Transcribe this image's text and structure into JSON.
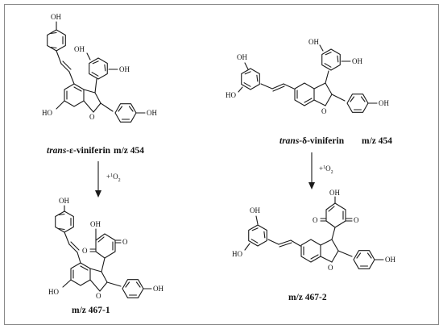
{
  "atoms": {
    "oh": "OH",
    "ho": "HO",
    "o": "O"
  },
  "molecules": {
    "trans_epsilon": {
      "label_italic": "trans",
      "label_rest": "-ε-viniferin",
      "mass": "m/z 454"
    },
    "trans_delta": {
      "label_italic": "trans",
      "label_rest": "-δ-viniferin",
      "mass": "m/z 454"
    },
    "product_1": {
      "mass": "m/z 467-1"
    },
    "product_2": {
      "mass": "m/z 467-2"
    }
  },
  "reaction": {
    "reagent_prefix": "+",
    "reagent_superscript": "1",
    "reagent_main": "O",
    "reagent_subscript": "2"
  }
}
